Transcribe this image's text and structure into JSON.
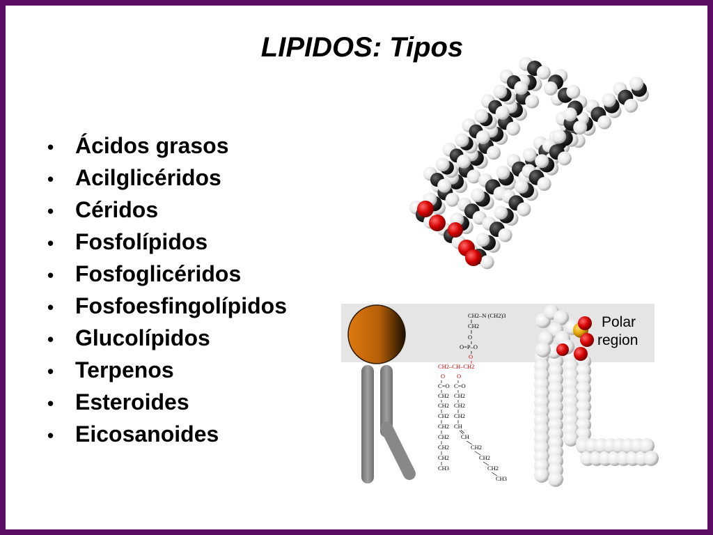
{
  "title": "LIPIDOS: Tipos",
  "bullets": [
    "Ácidos grasos",
    "Acilglicéridos",
    "Céridos",
    "Fosfolípidos",
    "Fosfoglicéridos",
    "Fosfoesfingolípidos",
    "Glucolípidos",
    "Terpenos",
    "Esteroides",
    "Eicosanoides"
  ],
  "bullet_symbol": "•",
  "colors": {
    "border": "#5a0f64",
    "head_orange": "#e07a10",
    "tail_gray": "#8a8a8a",
    "band_gray": "#e5e5e5",
    "formula_red": "#cc0000",
    "atom_red": "#d40000",
    "atom_carbon": "#202020",
    "atom_hydrogen": "#f2f2f2"
  },
  "icons": [
    "triglyceride-molecule-model",
    "phospholipid-head-tail-icon",
    "phospholipid-space-filling-model"
  ],
  "formula": {
    "choline": "CH2–N (CH2)3",
    "ch2": "CH2",
    "phosphate": "O=P–O",
    "o": "O",
    "glycerol": "CH2–CH–CH2",
    "ester": "C=O",
    "ch": "CH",
    "ch3": "CH3"
  },
  "polar_label": [
    "Polar",
    "region"
  ]
}
